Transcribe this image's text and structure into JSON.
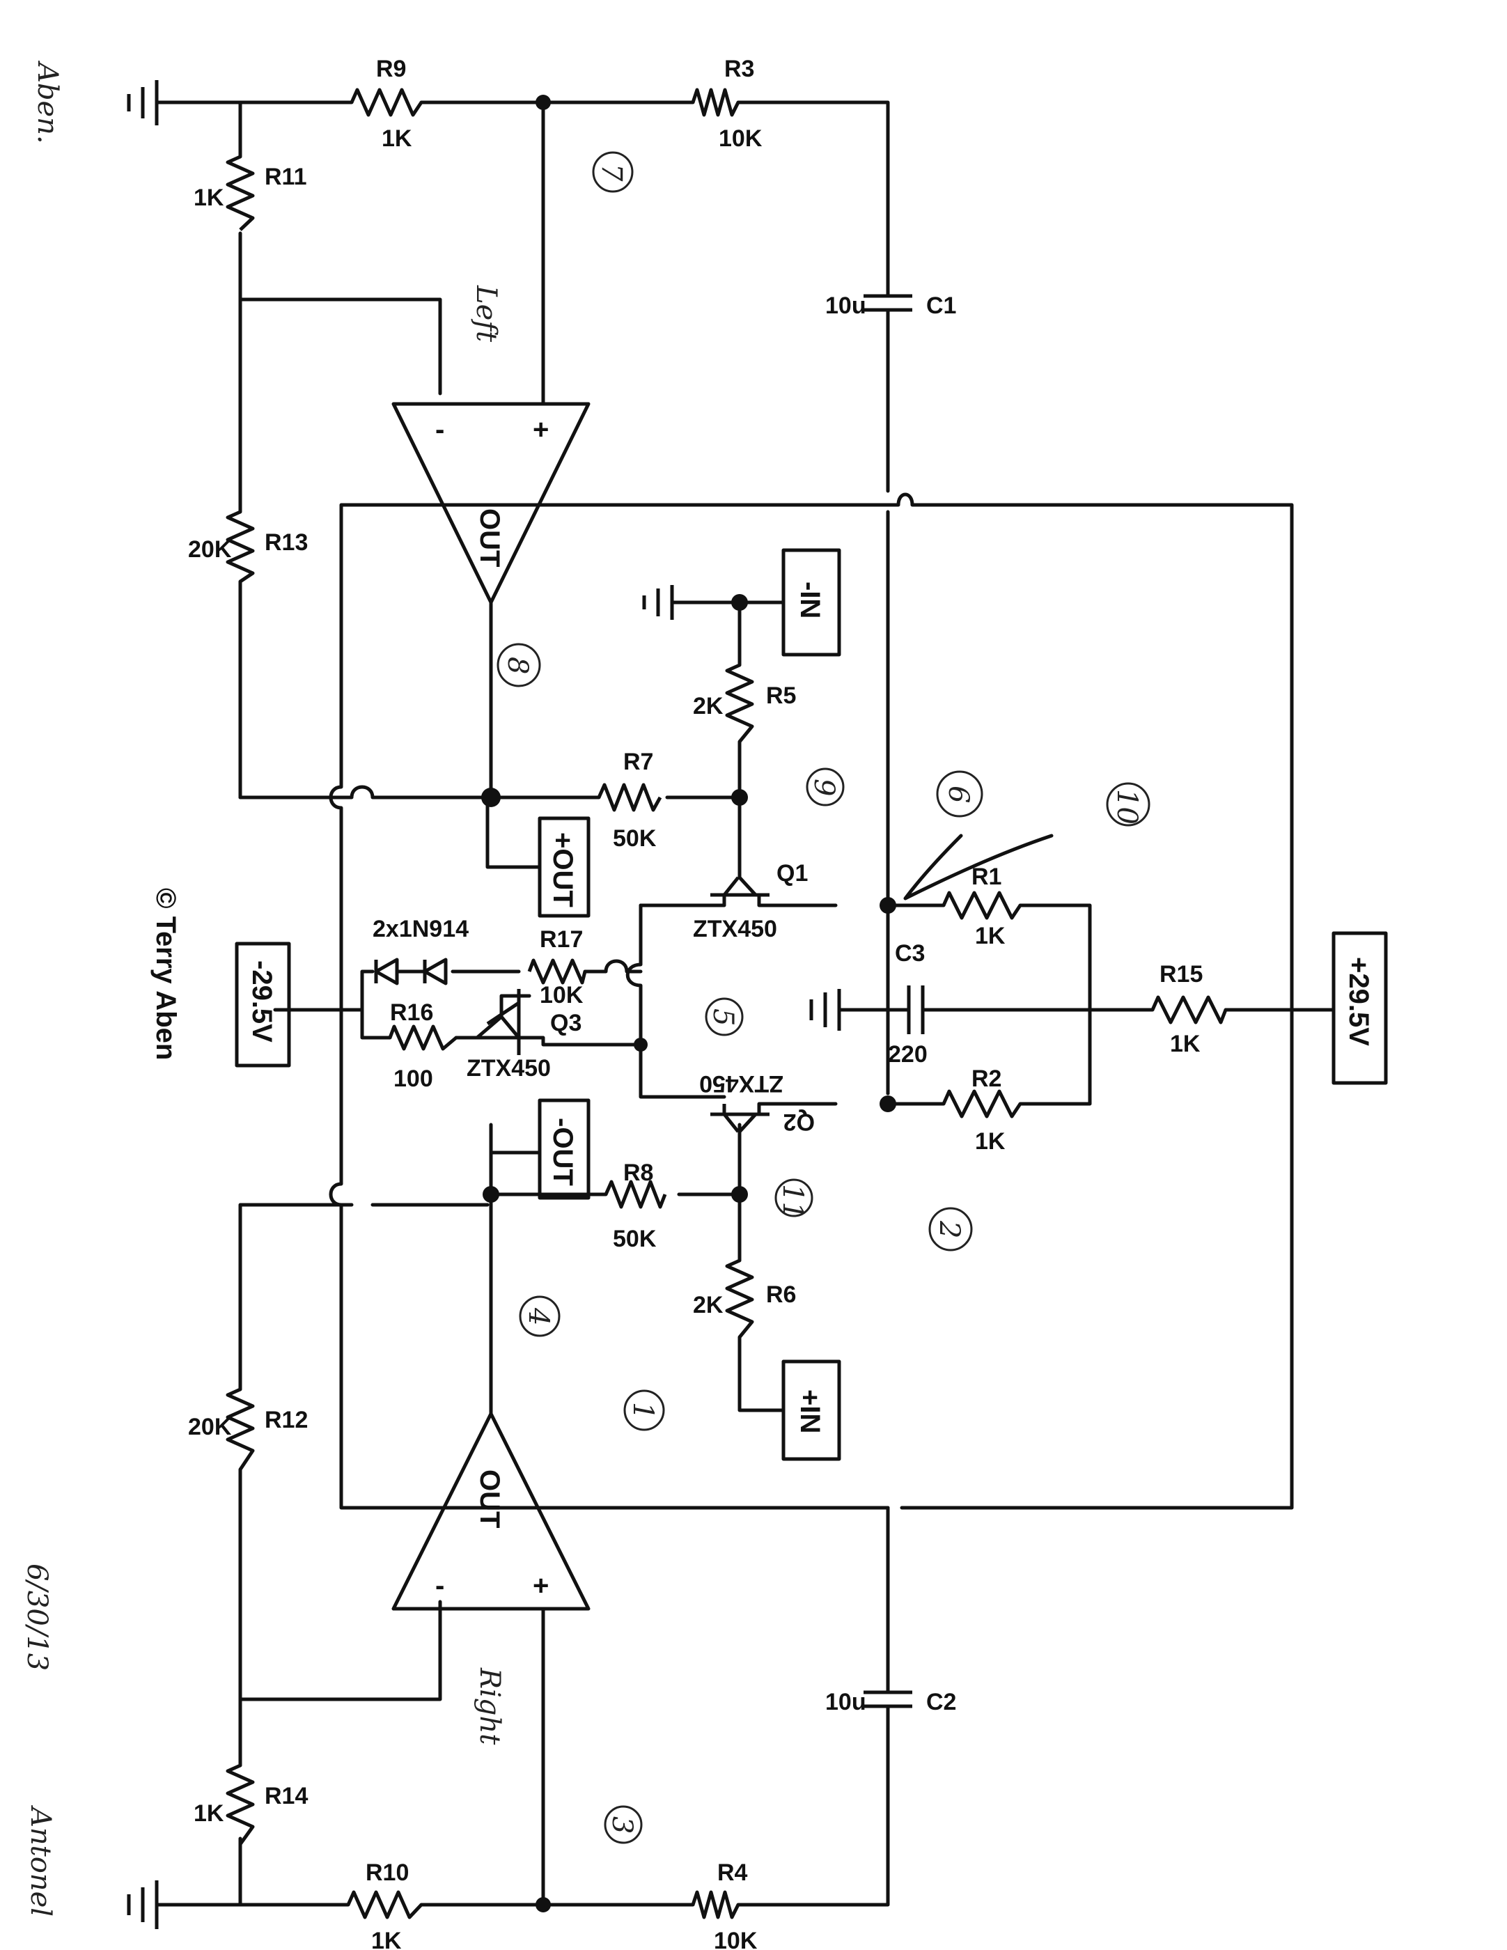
{
  "title": "Terry Aben balanced line driver schematic",
  "copyright": "© Terry Aben",
  "handwriting": {
    "name_top": "Aben.",
    "name_bottom": "Antonel",
    "date": "6/30/13",
    "left": "Left",
    "right": "Right"
  },
  "ports": {
    "neg_in": "-IN",
    "pos_in": "+IN",
    "pos_out": "+OUT",
    "neg_out": "-OUT",
    "neg_supply": "-29.5V",
    "pos_supply": "+29.5V"
  },
  "opamps": {
    "out": "OUT",
    "plus": "+",
    "minus": "-"
  },
  "components": {
    "R9": {
      "name": "R9",
      "value": "1K"
    },
    "R3": {
      "name": "R3",
      "value": "10K"
    },
    "R11": {
      "name": "R11",
      "value": "1K"
    },
    "R13": {
      "name": "R13",
      "value": "20K"
    },
    "C1": {
      "name": "C1",
      "value": "10u"
    },
    "R5": {
      "name": "R5",
      "value": "2K"
    },
    "R7": {
      "name": "R7",
      "value": "50K"
    },
    "Q1": {
      "name": "Q1",
      "value": "ZTX450"
    },
    "R1": {
      "name": "R1",
      "value": "1K"
    },
    "D": {
      "name": "2x1N914"
    },
    "R17": {
      "name": "R17",
      "value": "10K"
    },
    "C3": {
      "name": "C3",
      "value": "220"
    },
    "R15": {
      "name": "R15",
      "value": "1K"
    },
    "R16": {
      "name": "R16",
      "value": "100"
    },
    "Q3": {
      "name": "Q3",
      "value": "ZTX450"
    },
    "Q2": {
      "name": "Q2",
      "value": "ZTX450"
    },
    "R2": {
      "name": "R2",
      "value": "1K"
    },
    "R8": {
      "name": "R8",
      "value": "50K"
    },
    "R6": {
      "name": "R6",
      "value": "2K"
    },
    "R12": {
      "name": "R12",
      "value": "20K"
    },
    "C2": {
      "name": "C2",
      "value": "10u"
    },
    "R14": {
      "name": "R14",
      "value": "1K"
    },
    "R10": {
      "name": "R10",
      "value": "1K"
    },
    "R4": {
      "name": "R4",
      "value": "10K"
    }
  },
  "test_points": [
    "1",
    "2",
    "3",
    "4",
    "5",
    "6",
    "7",
    "8",
    "9",
    "10",
    "11"
  ]
}
